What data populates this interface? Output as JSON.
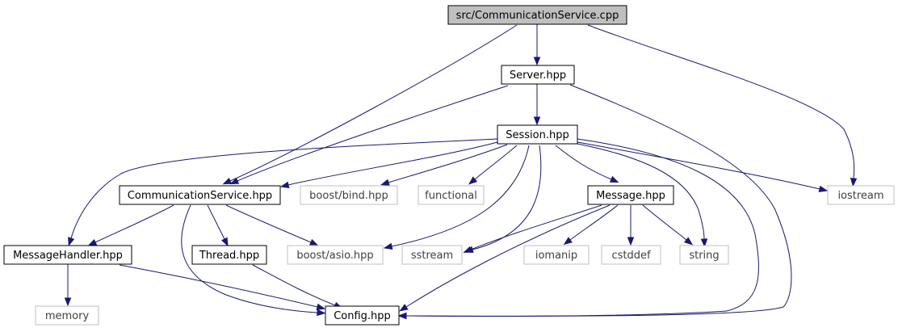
{
  "diagram": {
    "colors": {
      "edge": "#191970",
      "root_fill": "#bfbfbf",
      "system_border": "#bfbfbf",
      "local_border": "#000000"
    },
    "nodes": [
      {
        "id": "root",
        "label": "src/CommunicationService.cpp",
        "kind": "root"
      },
      {
        "id": "server",
        "label": "Server.hpp",
        "kind": "local"
      },
      {
        "id": "session",
        "label": "Session.hpp",
        "kind": "local"
      },
      {
        "id": "commservice",
        "label": "CommunicationService.hpp",
        "kind": "local"
      },
      {
        "id": "boostbind",
        "label": "boost/bind.hpp",
        "kind": "system"
      },
      {
        "id": "functional",
        "label": "functional",
        "kind": "system"
      },
      {
        "id": "message",
        "label": "Message.hpp",
        "kind": "local"
      },
      {
        "id": "iostream",
        "label": "iostream",
        "kind": "system"
      },
      {
        "id": "msghandler",
        "label": "MessageHandler.hpp",
        "kind": "local"
      },
      {
        "id": "thread",
        "label": "Thread.hpp",
        "kind": "local"
      },
      {
        "id": "boostasio",
        "label": "boost/asio.hpp",
        "kind": "system"
      },
      {
        "id": "sstream",
        "label": "sstream",
        "kind": "system"
      },
      {
        "id": "iomanip",
        "label": "iomanip",
        "kind": "system"
      },
      {
        "id": "cstddef",
        "label": "cstddef",
        "kind": "system"
      },
      {
        "id": "string",
        "label": "string",
        "kind": "system"
      },
      {
        "id": "memory",
        "label": "memory",
        "kind": "system"
      },
      {
        "id": "config",
        "label": "Config.hpp",
        "kind": "local"
      }
    ],
    "edges": [
      {
        "from": "root",
        "to": "server"
      },
      {
        "from": "root",
        "to": "commservice"
      },
      {
        "from": "root",
        "to": "iostream"
      },
      {
        "from": "server",
        "to": "session"
      },
      {
        "from": "server",
        "to": "commservice"
      },
      {
        "from": "server",
        "to": "config"
      },
      {
        "from": "session",
        "to": "commservice"
      },
      {
        "from": "session",
        "to": "boostbind"
      },
      {
        "from": "session",
        "to": "functional"
      },
      {
        "from": "session",
        "to": "message"
      },
      {
        "from": "session",
        "to": "iostream"
      },
      {
        "from": "session",
        "to": "msghandler"
      },
      {
        "from": "session",
        "to": "boostasio"
      },
      {
        "from": "session",
        "to": "sstream"
      },
      {
        "from": "session",
        "to": "string"
      },
      {
        "from": "session",
        "to": "config"
      },
      {
        "from": "commservice",
        "to": "msghandler"
      },
      {
        "from": "commservice",
        "to": "thread"
      },
      {
        "from": "commservice",
        "to": "boostasio"
      },
      {
        "from": "commservice",
        "to": "config"
      },
      {
        "from": "message",
        "to": "sstream"
      },
      {
        "from": "message",
        "to": "iomanip"
      },
      {
        "from": "message",
        "to": "cstddef"
      },
      {
        "from": "message",
        "to": "string"
      },
      {
        "from": "message",
        "to": "config"
      },
      {
        "from": "msghandler",
        "to": "memory"
      },
      {
        "from": "msghandler",
        "to": "config"
      },
      {
        "from": "thread",
        "to": "config"
      }
    ]
  }
}
